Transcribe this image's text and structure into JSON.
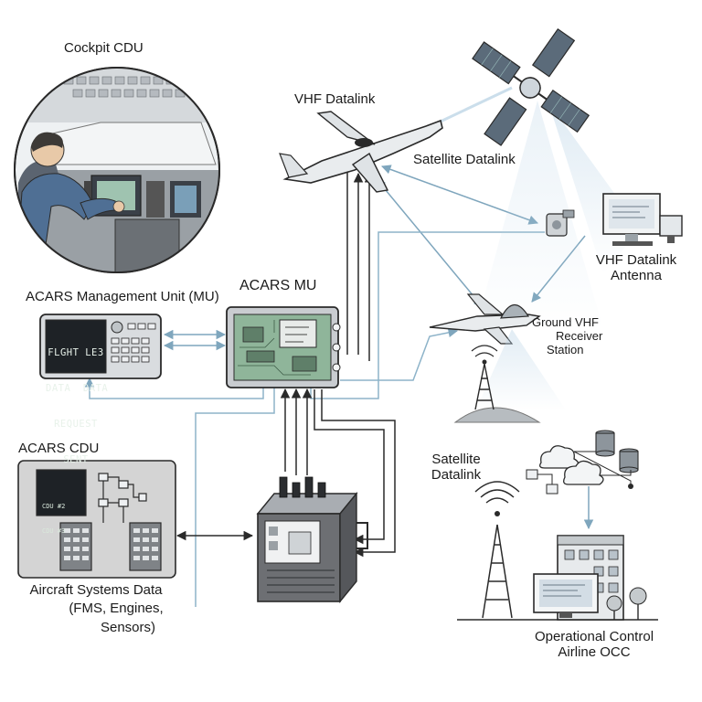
{
  "labels": {
    "cockpit_cdu": "Cockpit CDU",
    "vhf_datalink_top": "VHF Datalink",
    "satellite_datalink_top": "Satellite Datalink",
    "vhf_datalink_antenna": [
      "VHF Datalink",
      "Antenna"
    ],
    "acars_mu": "ACARS MU",
    "acars_management_unit": "ACARS Management Unit (MU)",
    "ground_vhf_receiver_station": [
      "Ground VHF",
      "Receiver",
      "Station"
    ],
    "acars_cdu": "ACARS CDU",
    "satellite_datalink_ground": [
      "Satellite",
      "Datalink"
    ],
    "aircraft_systems_data": [
      "Aircraft Systems Data",
      "(FMS, Engines,",
      "Sensors)"
    ],
    "operational_control": [
      "Operational Control",
      "Airline OCC"
    ]
  },
  "mu_screen": [
    "FLGHT LE3",
    "DATA  DATA",
    "REQUEST",
    "SENT"
  ],
  "cdu_screen": [
    "CDU #2",
    "CDU #3"
  ],
  "colors": {
    "line_dark": "#2a2a2a",
    "link_blue": "#8db3c9",
    "panel_gray": "#d4d4d4",
    "device_gray": "#6d6f73",
    "pcb_green": "#8fb59a"
  }
}
